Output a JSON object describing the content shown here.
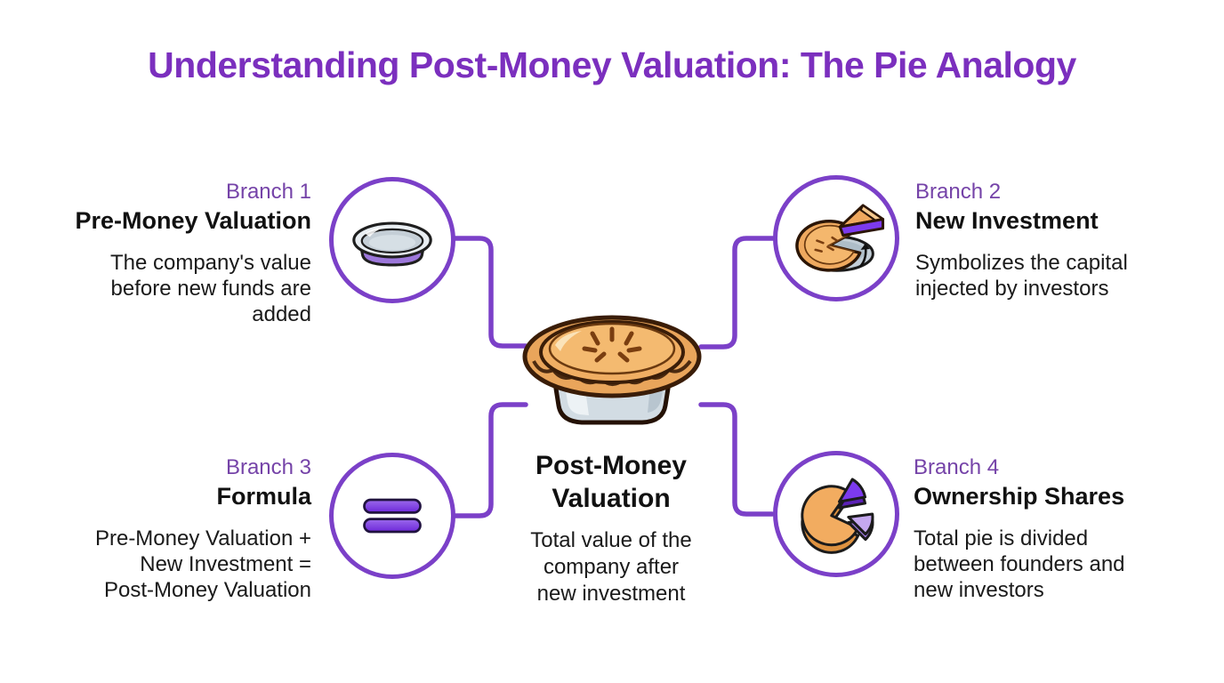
{
  "title": "Understanding Post-Money Valuation: The Pie Analogy",
  "center": {
    "title": "Post-Money\nValuation",
    "description": "Total value of the\ncompany after\nnew investment",
    "icon": "whole-pie-icon"
  },
  "branches": [
    {
      "label": "Branch 1",
      "title": "Pre-Money Valuation",
      "description": "The company's value\nbefore new funds are\nadded",
      "icon": "empty-pie-dish-icon",
      "position": "top-left"
    },
    {
      "label": "Branch 2",
      "title": "New Investment",
      "description": "Symbolizes the capital\ninjected by investors",
      "icon": "pie-slice-removed-icon",
      "position": "top-right"
    },
    {
      "label": "Branch 3",
      "title": "Formula",
      "description": "Pre-Money Valuation +\nNew Investment =\nPost-Money Valuation",
      "icon": "equals-sign-icon",
      "position": "bottom-left"
    },
    {
      "label": "Branch 4",
      "title": "Ownership Shares",
      "description": "Total pie is divided\nbetween founders and\nnew investors",
      "icon": "pie-chart-icon",
      "position": "bottom-right"
    }
  ],
  "colors": {
    "title_purple": "#7B2FBE",
    "branch_label_purple": "#7543A8",
    "connector_purple": "#7B40C8",
    "text_dark": "#1A1A1A",
    "accent_purple": "#7C3AED",
    "light_purple": "#C5A8EF",
    "pie_crust_orange": "#EFA95F",
    "pie_top_orange": "#F4BA70",
    "pie_outline_brown": "#3A1D08",
    "dish_gray": "#C9D2D8",
    "background": "#FFFFFF"
  }
}
